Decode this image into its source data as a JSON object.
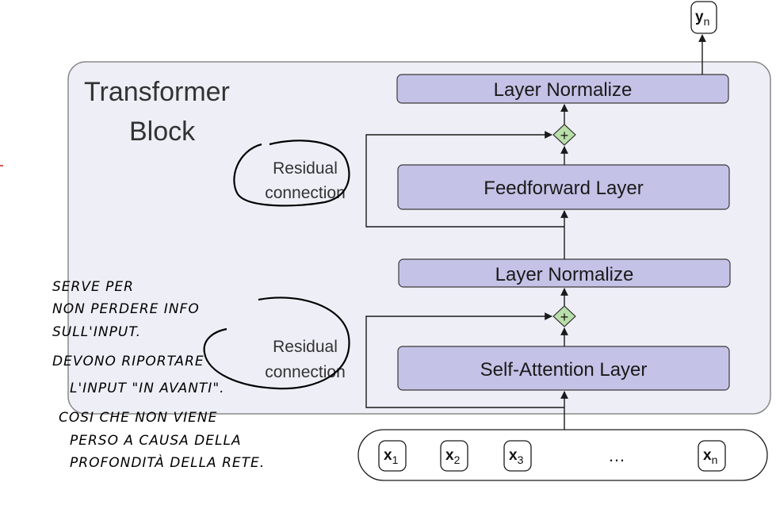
{
  "block": {
    "title_line1": "Transformer",
    "title_line2": "Block"
  },
  "layers": {
    "top_norm": "Layer Normalize",
    "feedforward": "Feedforward Layer",
    "mid_norm": "Layer Normalize",
    "self_attention": "Self-Attention Layer"
  },
  "residual_top": {
    "line1": "Residual",
    "line2": "connection"
  },
  "residual_bottom": {
    "line1": "Residual",
    "line2": "connection"
  },
  "add_symbol": "+",
  "output": {
    "base": "y",
    "sub": "n"
  },
  "inputs": [
    {
      "base": "x",
      "sub": "1"
    },
    {
      "base": "x",
      "sub": "2"
    },
    {
      "base": "x",
      "sub": "3"
    },
    {
      "base": "x",
      "sub": "n"
    }
  ],
  "ellipsis": "…",
  "handwritten_note": [
    "SERVE PER",
    "NON PERDERE INFO",
    "SULL'INPUT.",
    "DEVONO RIPORTARE",
    "L'INPUT \"IN AVANTI\".",
    "COSI CHE NON VIENE",
    "PERSO A CAUSA DELLA",
    "PROFONDITÀ DELLA RETE."
  ],
  "colors": {
    "block_fill": "#eeeef7",
    "block_stroke": "#8a8a8a",
    "layer_fill": "#c4c2e6",
    "layer_stroke": "#3a3a3a",
    "add_fill": "#b9dfa8",
    "ink": "#000000"
  }
}
